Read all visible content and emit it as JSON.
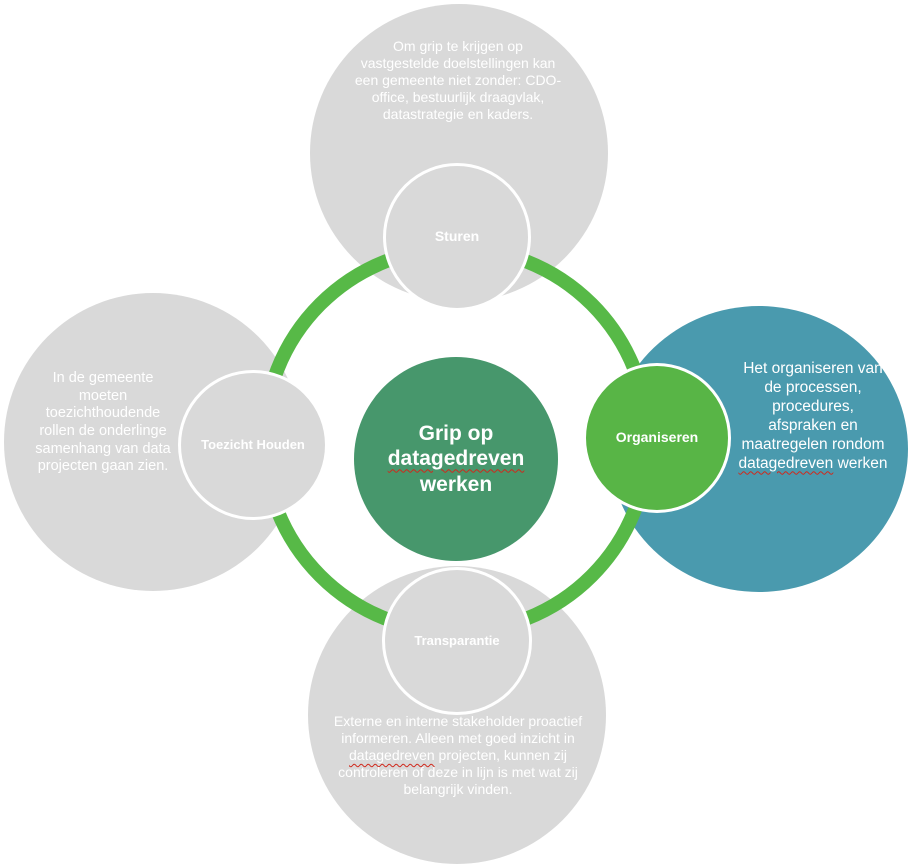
{
  "center": {
    "line1": "Grip op",
    "line2": "datagedreven",
    "line3": "werken"
  },
  "sturen": {
    "label": "Sturen",
    "description": "Om grip te krijgen op vastgestelde doelstellingen kan een gemeente niet zonder: CDO-office, bestuurlijk draagvlak, datastrategie en kaders."
  },
  "organiseren": {
    "label": "Organiseren",
    "description_pre": "Het organiseren van de processen, procedures, afspraken en maatregelen rondom",
    "description_word": "datagedreven",
    "description_post": "werken"
  },
  "transparantie": {
    "label": "Transparantie",
    "description_pre": "Externe en interne stakeholder proactief informeren. Alleen met goed inzicht in",
    "description_word": "datagedreven",
    "description_post": "projecten, kunnen zij controleren of deze in lijn is met wat zij belangrijk vinden."
  },
  "toezicht": {
    "label": "Toezicht Houden",
    "description": "In de gemeente moeten toezichthoudende rollen de onderlinge samenhang van data projecten gaan zien."
  },
  "colors": {
    "ring": "#57b947",
    "grey": "#d9d9d9",
    "teal": "#4a9aae",
    "center": "#47976c",
    "node_green": "#58b546"
  }
}
